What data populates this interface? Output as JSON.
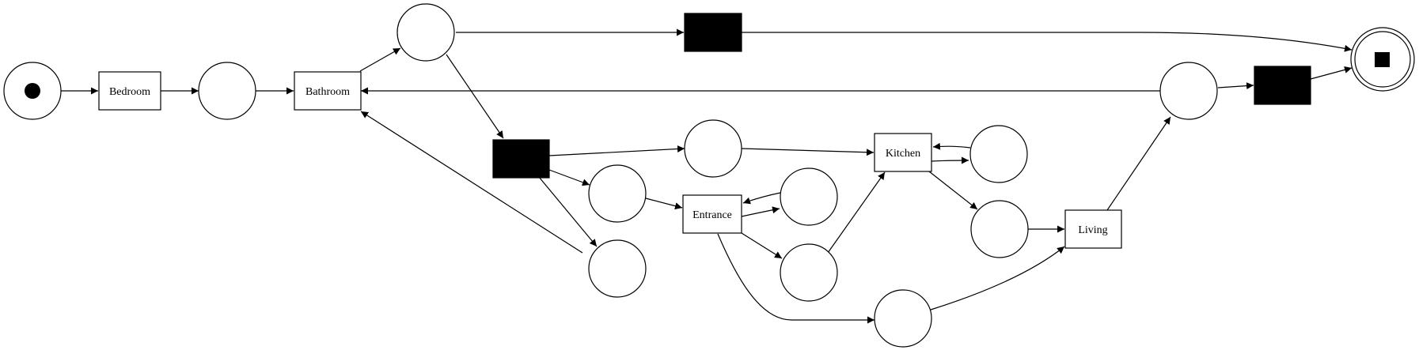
{
  "diagram": {
    "transitions": {
      "bedroom": "Bedroom",
      "bathroom": "Bathroom",
      "kitchen": "Kitchen",
      "entrance": "Entrance",
      "living": "Living"
    }
  }
}
